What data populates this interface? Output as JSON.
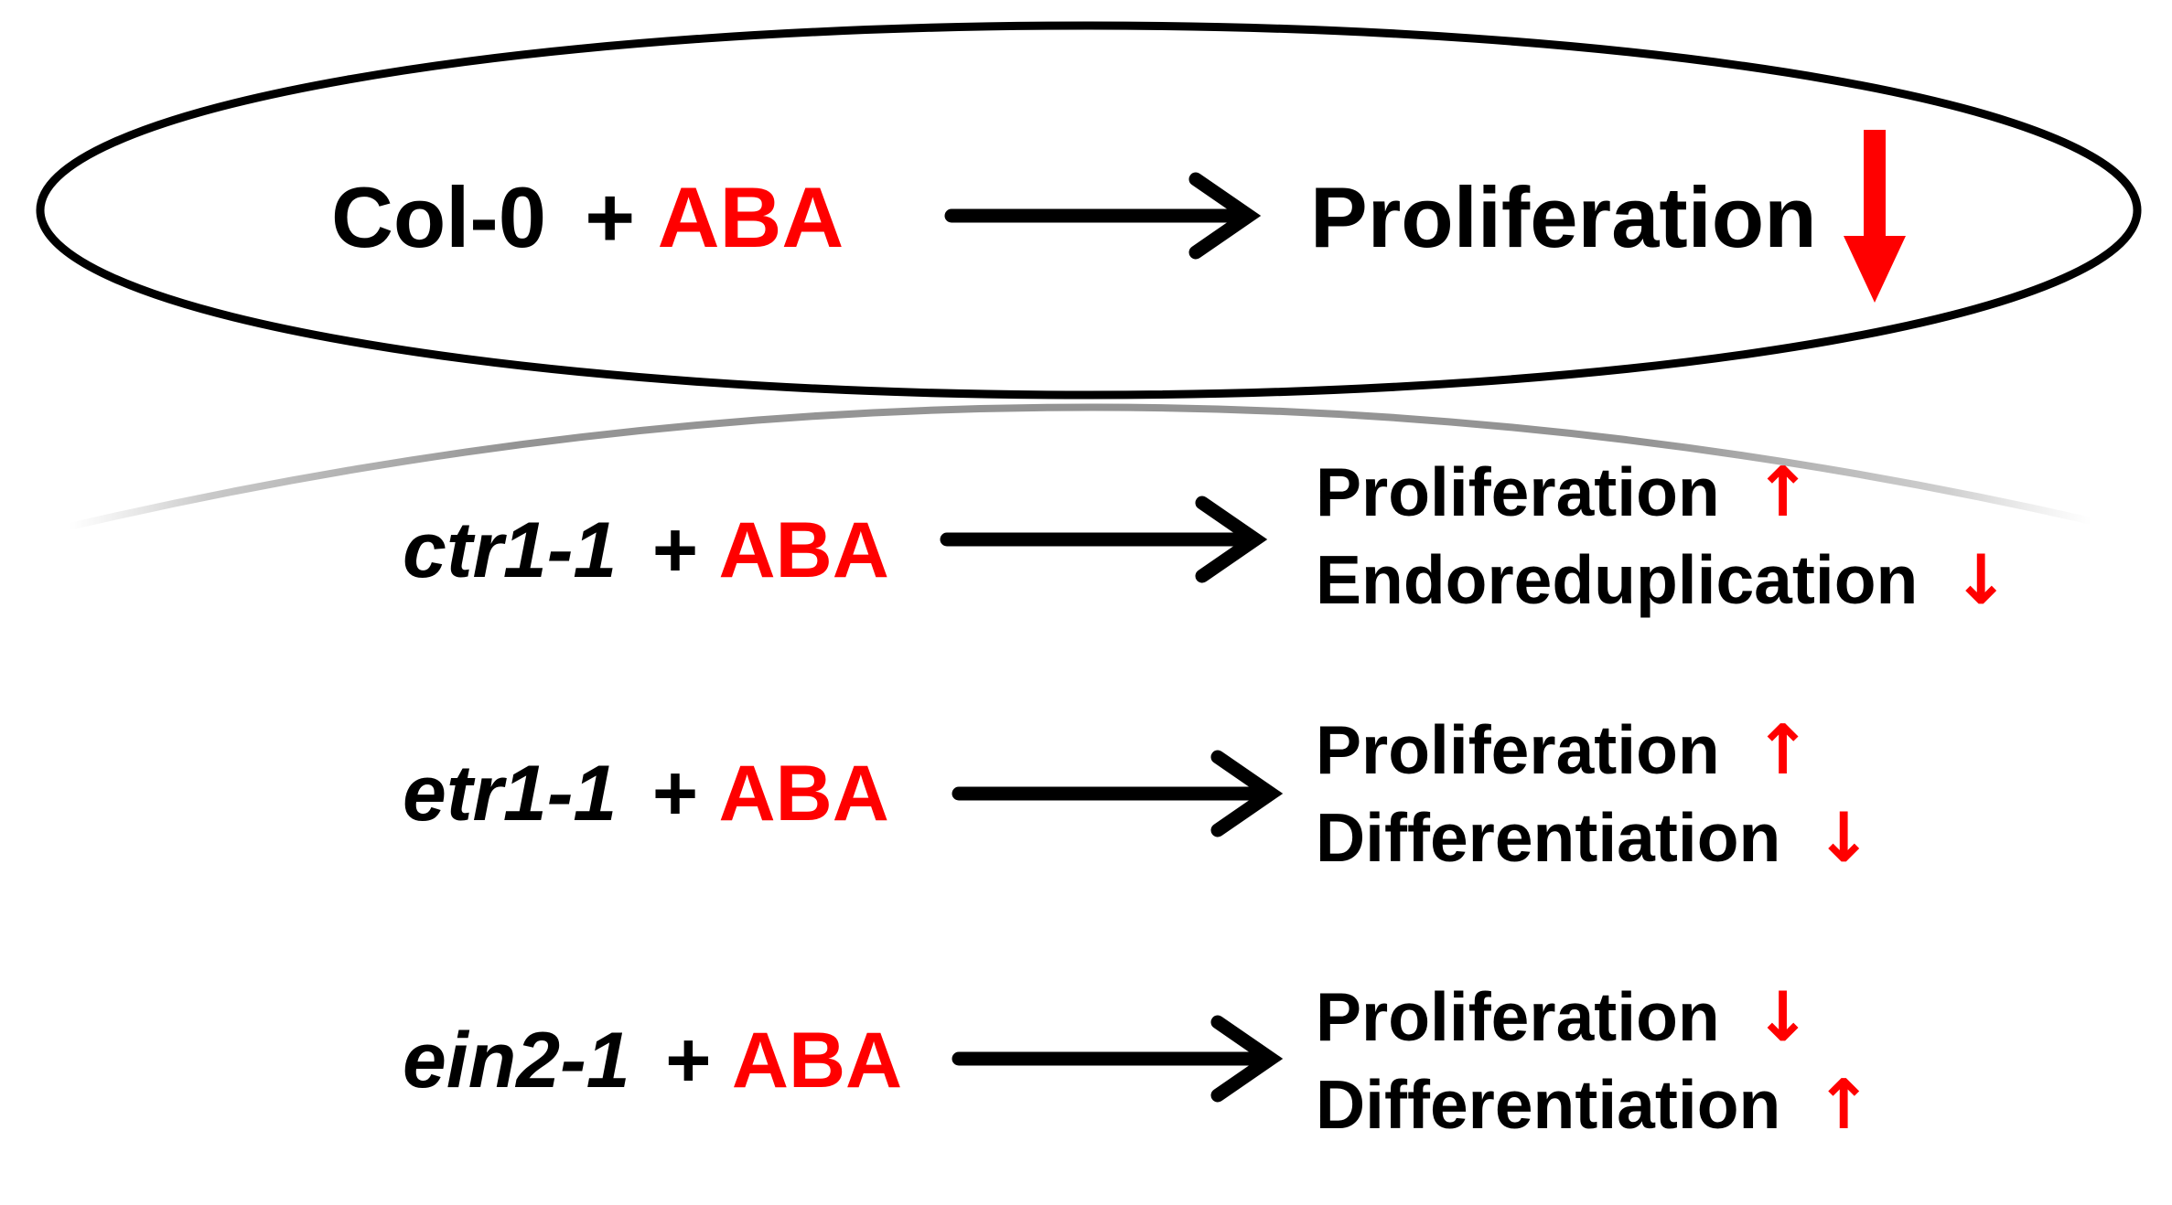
{
  "figure": {
    "description": "Schematic of ABA treatment effects on Arabidopsis wild type and ethylene-pathway mutants",
    "background_color": "#ffffff",
    "colors": {
      "text_black": "#000000",
      "accent_red": "#ff0000",
      "arc_gray": "#949494"
    }
  },
  "wild_type_row": {
    "genotype": "Col-0",
    "plus_sign": "+",
    "treatment": "ABA",
    "result_label": "Proliferation",
    "result_direction": "down"
  },
  "mutant_rows": [
    {
      "genotype": "ctr1-1",
      "plus_sign": "+",
      "treatment": "ABA",
      "effects": [
        {
          "label": "Proliferation",
          "arrow_glyph": "↑",
          "direction": "up"
        },
        {
          "label": "Endoreduplication",
          "arrow_glyph": "↓",
          "direction": "down"
        }
      ]
    },
    {
      "genotype": "etr1-1",
      "plus_sign": "+",
      "treatment": "ABA",
      "effects": [
        {
          "label": "Proliferation",
          "arrow_glyph": "↑",
          "direction": "up"
        },
        {
          "label": "Differentiation",
          "arrow_glyph": "↓",
          "direction": "down"
        }
      ]
    },
    {
      "genotype": "ein2-1",
      "plus_sign": "+",
      "treatment": "ABA",
      "effects": [
        {
          "label": "Proliferation",
          "arrow_glyph": "↓",
          "direction": "down"
        },
        {
          "label": "Differentiation",
          "arrow_glyph": "↑",
          "direction": "up"
        }
      ]
    }
  ]
}
